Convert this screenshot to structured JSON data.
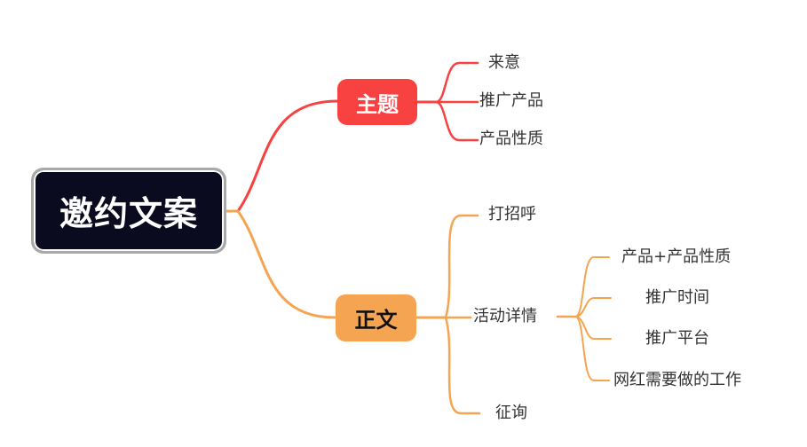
{
  "mindmap": {
    "root": {
      "label": "邀约文案",
      "bg_color": "#0a0b1e",
      "border_color": "#a9a9a9",
      "text_color": "#ffffff"
    },
    "branches": [
      {
        "label": "主题",
        "color": "#f84141",
        "children": [
          {
            "label": "来意"
          },
          {
            "label": "推广产品"
          },
          {
            "label": "产品性质"
          }
        ]
      },
      {
        "label": "正文",
        "color": "#f5a452",
        "children": [
          {
            "label": "打招呼"
          },
          {
            "label": "活动详情",
            "children": [
              {
                "label": "产品+产品性质"
              },
              {
                "label": "推广时间"
              },
              {
                "label": "推广平台"
              },
              {
                "label": "网红需要做的工作"
              }
            ]
          },
          {
            "label": "征询"
          }
        ]
      }
    ]
  }
}
